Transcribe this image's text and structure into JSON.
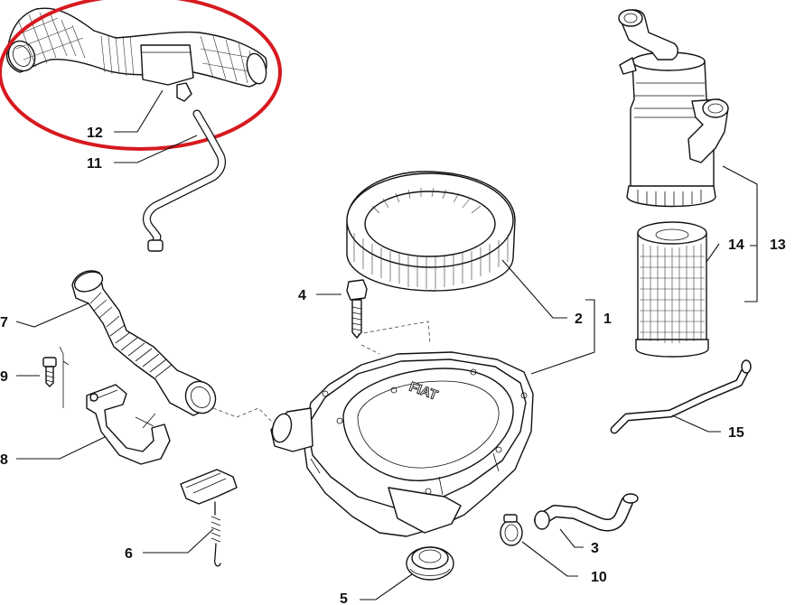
{
  "highlight_color": "#d61a1f",
  "labels": {
    "p1": "1",
    "p2": "2",
    "p3": "3",
    "p4": "4",
    "p5": "5",
    "p6": "6",
    "p7": "7",
    "p8": "8",
    "p9": "9",
    "p10": "10",
    "p11": "11",
    "p12": "12",
    "p13": "13",
    "p14": "14",
    "p15": "15"
  },
  "lid_logo": "FIAT"
}
